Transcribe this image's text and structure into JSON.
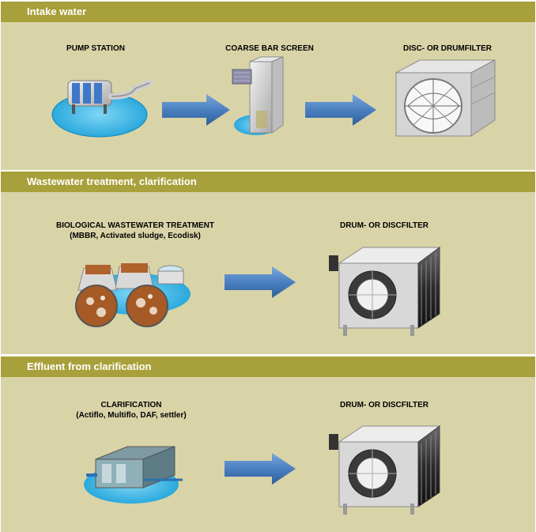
{
  "sections": [
    {
      "title": "Intake water",
      "steps": [
        {
          "label": "PUMP STATION"
        },
        {
          "label": "COARSE BAR SCREEN"
        },
        {
          "label": "DISC- OR DRUMFILTER"
        }
      ]
    },
    {
      "title": "Wastewater treatment, clarification",
      "steps": [
        {
          "label": "BIOLOGICAL WASTEWATER TREATMENT",
          "sublabel": "(MBBR, Activated sludge, Ecodisk)"
        },
        {
          "label": "DRUM- OR DISCFILTER"
        }
      ]
    },
    {
      "title": "Effluent from clarification",
      "steps": [
        {
          "label": "CLARIFICATION",
          "sublabel": "(Actiflo, Multiflo, DAF, settler)"
        },
        {
          "label": "DRUM- OR DISCFILTER"
        }
      ]
    }
  ],
  "colors": {
    "panel_bg": "#d9d4a8",
    "header_bar": "#a8a03a",
    "header_text": "#ffffff",
    "arrow": "#4a7fc0",
    "water": "#2ab3e6"
  }
}
